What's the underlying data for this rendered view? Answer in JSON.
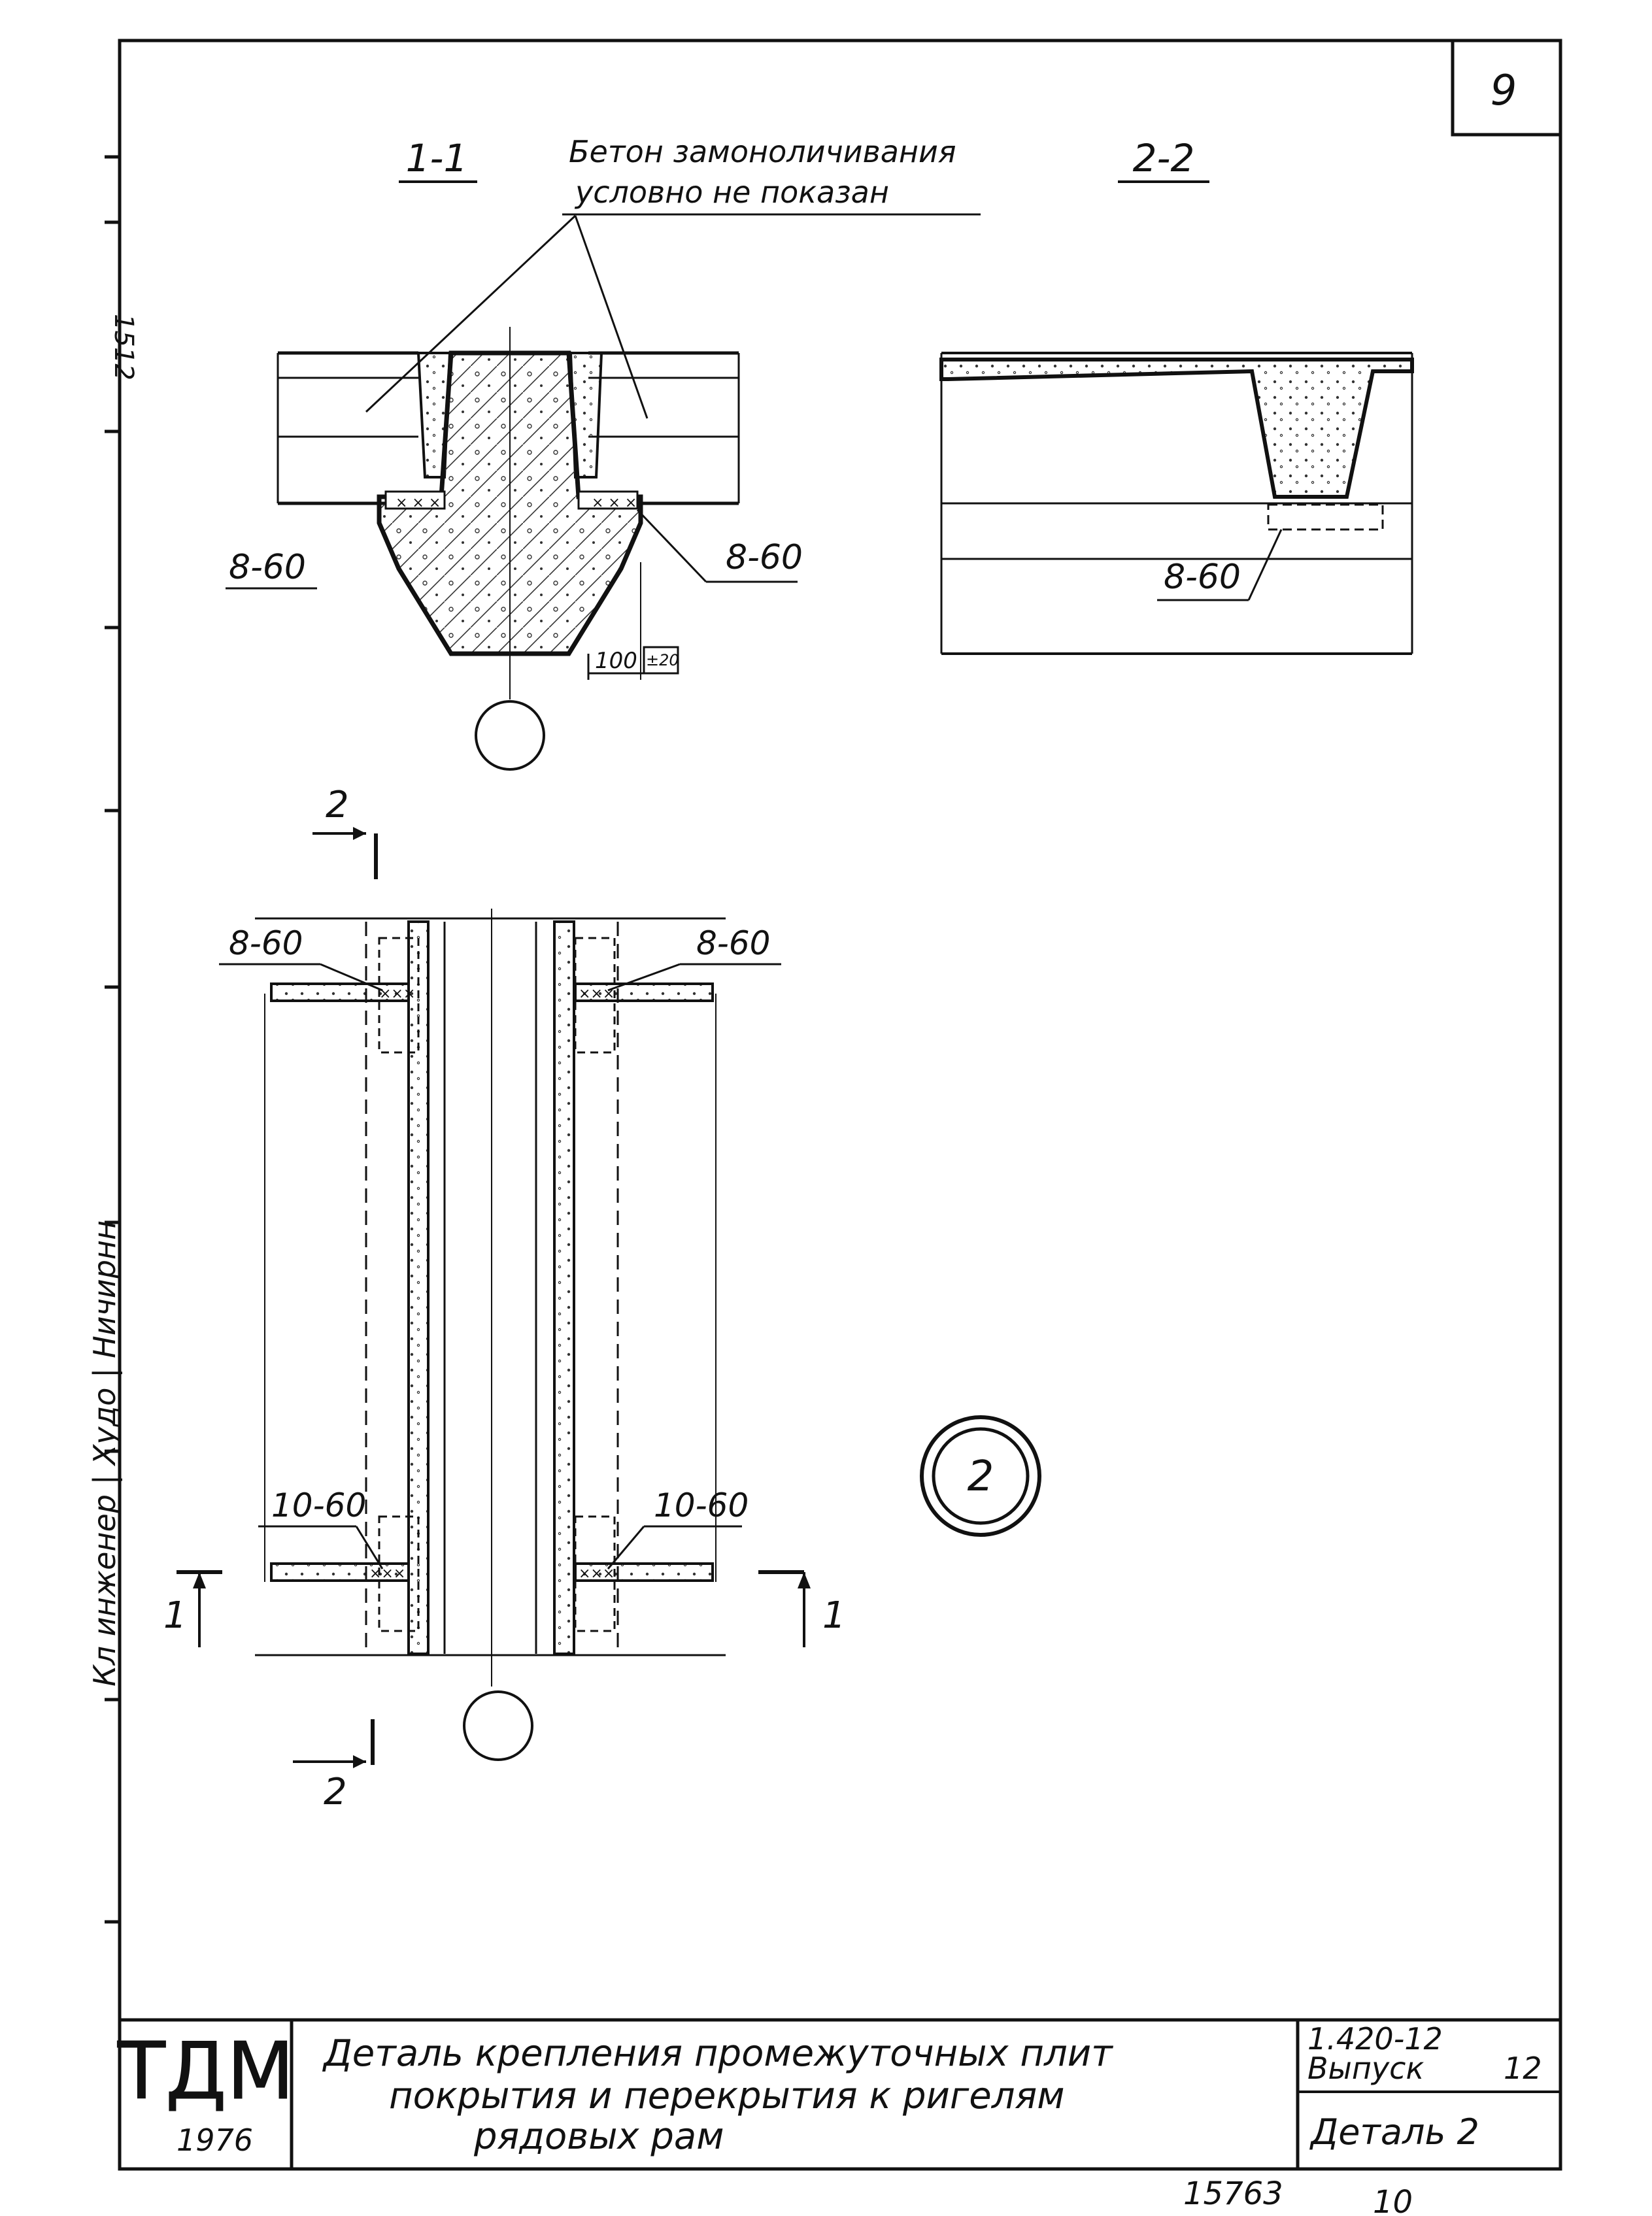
{
  "sheet": {
    "number": "9"
  },
  "sections": {
    "sec11": "1-1",
    "note_line1": "Бетон замоноличивания",
    "note_line2": "условно не показан",
    "sec22": "2-2"
  },
  "marks": {
    "w860": "8-60",
    "w1060": "10-60",
    "dim100": "100",
    "dim20": "±20"
  },
  "cuts": {
    "two": "2",
    "one": "1"
  },
  "detail": {
    "number": "2"
  },
  "margin": {
    "left_text": "Кл инженер | Худо | Ничирнн",
    "stamp_digits": "1512"
  },
  "title_block": {
    "org": "ТДМ",
    "year": "1976",
    "title_line1": "Деталь крепления промежуточных плит",
    "title_line2": "покрытия и перекрытия к ригелям",
    "title_line3": "рядовых рам",
    "series": "1.420-12",
    "issue_label": "Выпуск",
    "issue_number": "12",
    "detail_label": "Деталь 2"
  },
  "footer": {
    "inv": "15763",
    "sheet": "10"
  }
}
